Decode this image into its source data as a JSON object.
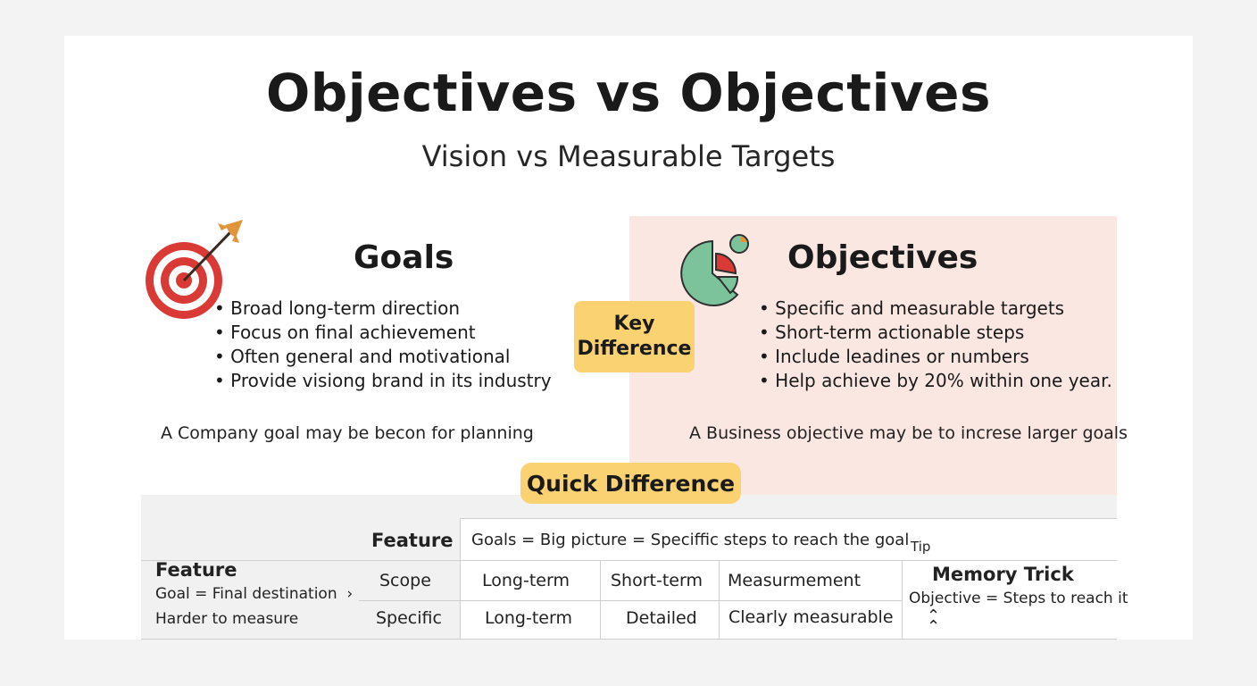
{
  "header": {
    "title": "Objectives vs Objectives",
    "subtitle": "Vision vs Measurable Targets"
  },
  "goals": {
    "heading": "Goals",
    "icon": "target-icon",
    "bullets": [
      "Broad long-term direction",
      "Focus on final achievement",
      "Often general and motivational",
      "Provide visiong brand in its industry"
    ],
    "note": "A Company goal may be becon for planning"
  },
  "objectives": {
    "heading": "Objectives",
    "icon": "pie-chart-icon",
    "bullets": [
      "Specific and measurable targets",
      "Short-term actionable steps",
      "Include leadines or numbers",
      "Help achieve by 20% within one year."
    ],
    "note": "A Business objective may be to increse larger goals"
  },
  "key_badge": {
    "line1": "Key",
    "line2": "Difference"
  },
  "quick_badge": {
    "label": "Quick Difference"
  },
  "table": {
    "header_feature": "Feature",
    "header_summary": "Goals = Big picture = Speciffic steps to reach the goal",
    "tip_label": "Tip",
    "left_feature": "Feature",
    "left_line1": "Goal = Final destination",
    "left_line2": "Harder to measure",
    "rows": [
      {
        "label": "Scope",
        "cells": [
          "Long-term",
          "Short-term",
          "Measurmement"
        ]
      },
      {
        "label": "Specific",
        "cells": [
          "Long-term",
          "Detailed",
          "Clearly measurable"
        ]
      }
    ],
    "memory": {
      "title": "Memory Trick",
      "text": "Objective = Steps to reach it"
    }
  },
  "colors": {
    "accent_yellow": "#fad271",
    "panel_pink": "#fae7e2",
    "target_red": "#d93a36",
    "pie_green": "#7cc39c",
    "arrow_orange": "#e0953a"
  }
}
